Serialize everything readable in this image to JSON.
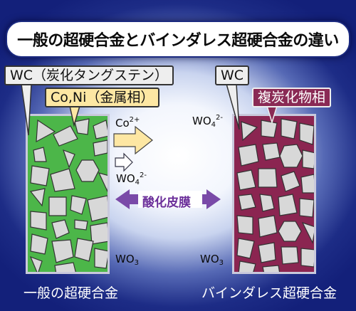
{
  "title": "一般の超硬合金とバインダレス超硬合金の違い",
  "left": {
    "wc_label": "WC（炭化タングステン）",
    "binder_label": "Co,Ni（金属相）",
    "bottom_label": "一般の超硬合金",
    "fill_color": "#4cb649"
  },
  "right": {
    "wc_label": "WC",
    "phase_label": "複炭化物相",
    "bottom_label": "バインダレス超硬合金",
    "fill_color": "#8b2551"
  },
  "species": {
    "co_base": "Co",
    "co_sup": "2+",
    "wo4_base": "WO",
    "wo4_sub": "4",
    "wo4_sup": "2-",
    "wo3_base": "WO",
    "wo3_sub": "3"
  },
  "center": {
    "oxide_film_label": "酸化皮膜"
  },
  "colors": {
    "background_dark": "#13207a",
    "co_arrow": "#fde7a3",
    "oxide_arrow": "#7a4aa8",
    "grain": "#d8d8d8"
  },
  "icons": [
    "co-release-arrow",
    "wo4-release-arrow",
    "oxide-double-arrow"
  ]
}
